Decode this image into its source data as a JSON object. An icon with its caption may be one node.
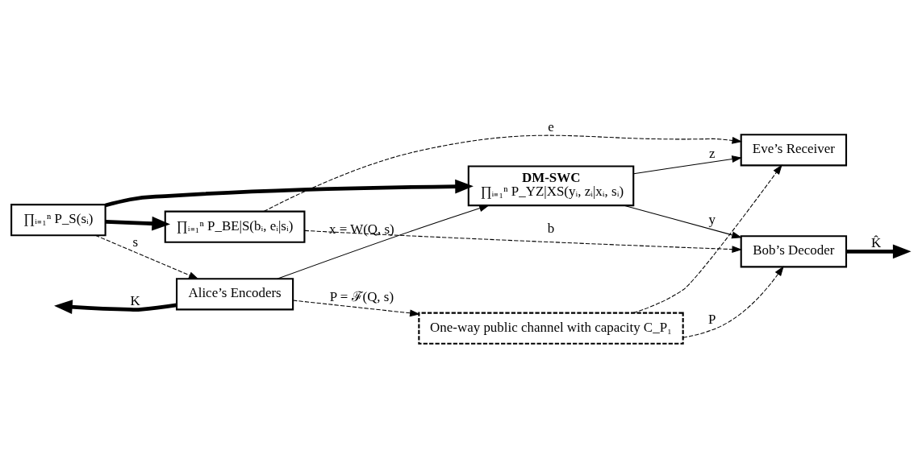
{
  "diagram": {
    "nodes": [
      {
        "text": [
          "∏ᵢ₌₁ⁿ P_BE|S(bᵢ, eᵢ|sᵢ)"
        ]
      },
      {
        "text": [
          "∏ᵢ₌₁ⁿ P_S(sᵢ)"
        ]
      },
      {
        "text": [
          "Alice’s Encoders"
        ]
      },
      {
        "text": [
          "DM-SWC",
          "∏ᵢ₌₁ⁿ P_YZ|XS(yᵢ, zᵢ|xᵢ, sᵢ)"
        ]
      },
      {
        "text": [
          "Bob’s Decoder"
        ]
      },
      {
        "text": [
          "Eve’s Receiver"
        ]
      },
      {
        "text": [
          "One-way public channel with capacity C_P₁"
        ]
      }
    ],
    "edges": [
      {
        "from": 1,
        "to": 0,
        "arrow": "to",
        "style": "thick"
      },
      {
        "from": 1,
        "to": 3,
        "arrow": "to",
        "style": "thick"
      },
      {
        "from": 1,
        "to": 2,
        "arrow": "to",
        "style": "dashed",
        "label": "s"
      },
      {
        "from": 2,
        "to": null,
        "arrow": "to",
        "style": "thick",
        "label": "K"
      },
      {
        "from": 2,
        "to": 3,
        "arrow": "to",
        "label": "x = W(Q, s)"
      },
      {
        "from": 2,
        "to": 6,
        "arrow": "to",
        "style": "dashed",
        "label": "P = ℱ(Q, s)"
      },
      {
        "from": 3,
        "to": 4,
        "arrow": "to",
        "label": "y"
      },
      {
        "from": 3,
        "to": 5,
        "arrow": "to",
        "label": "z"
      },
      {
        "from": 6,
        "to": 4,
        "arrow": "to",
        "style": "dashed",
        "label": "P"
      },
      {
        "from": 6,
        "to": 5,
        "arrow": "to",
        "style": "dashed"
      },
      {
        "from": 0,
        "to": 4,
        "arrow": "to",
        "style": "dashed",
        "label": "b"
      },
      {
        "from": 0,
        "to": 5,
        "arrow": "to",
        "style": "dashed",
        "label": "e"
      },
      {
        "from": 4,
        "to": null,
        "arrow": "to",
        "style": "thick",
        "label": "K̂"
      }
    ]
  }
}
